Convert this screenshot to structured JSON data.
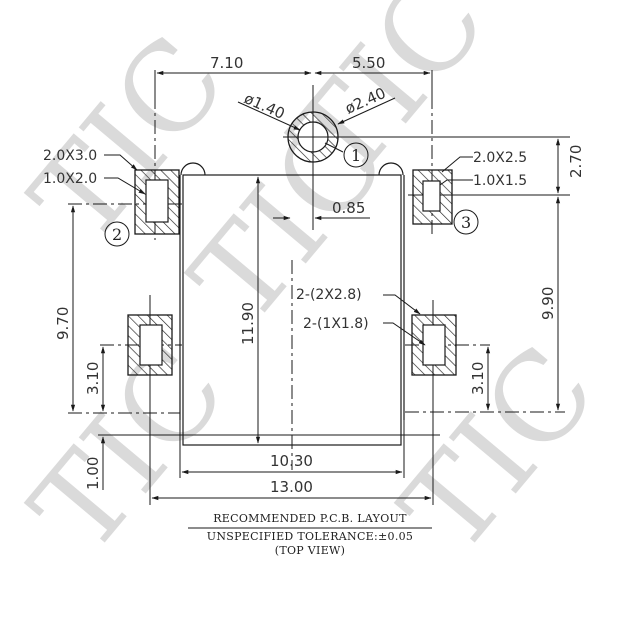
{
  "drawing": {
    "watermark": "TIC",
    "dimensions": {
      "top_left": "7.10",
      "top_right": "5.50",
      "hole_inner_dia": "ø1.40",
      "hole_outer_dia": "ø2.40",
      "offset_center": "0.85",
      "body_height": "11.90",
      "left_pitch": "9.70",
      "right_pitch": "9.90",
      "left_lower_pad_offset": "3.10",
      "right_lower_pad_offset": "3.10",
      "right_top_offset": "2.70",
      "bottom_offset": "1.00",
      "inner_width": "10.30",
      "overall_width": "13.00"
    },
    "callouts": {
      "pad2_outer": "2.0X3.0",
      "pad2_inner": "1.0X2.0",
      "pad3_outer": "2.0X2.5",
      "pad3_inner": "1.0X1.5",
      "lower_pads_outer": "2-(2X2.8)",
      "lower_pads_inner": "2-(1X1.8)"
    },
    "pin_labels": [
      "1",
      "2",
      "3"
    ],
    "title_block": {
      "title": "RECOMMENDED P.C.B. LAYOUT",
      "tolerance": "UNSPECIFIED TOLERANCE:±0.05",
      "view": "(TOP VIEW)"
    }
  }
}
